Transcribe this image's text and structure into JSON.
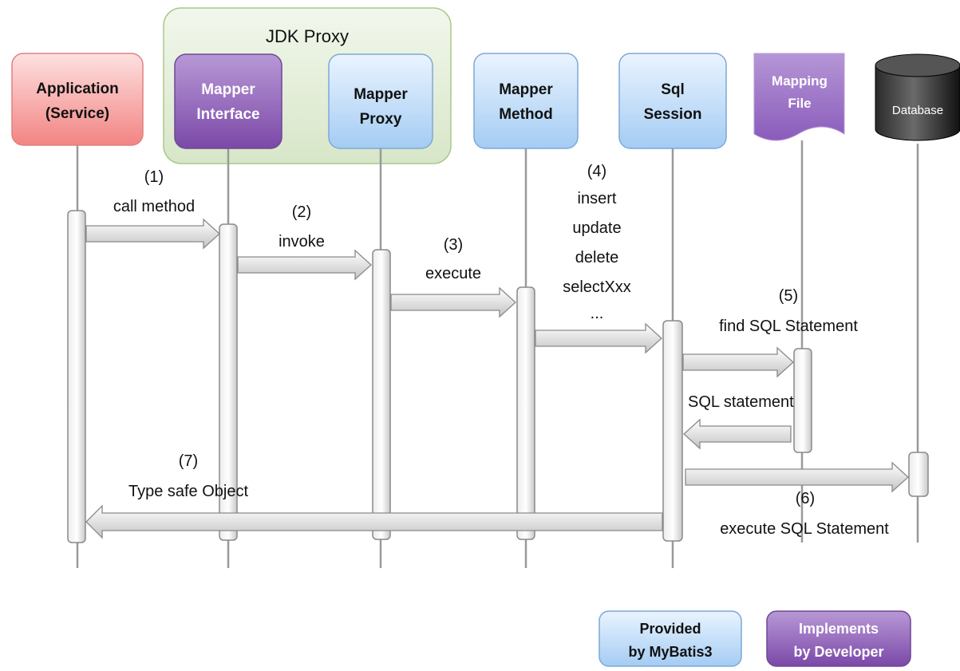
{
  "group": {
    "label": "JDK Proxy"
  },
  "participants": [
    {
      "id": "application",
      "line1": "Application",
      "line2": "(Service)"
    },
    {
      "id": "mapper-interface",
      "line1": "Mapper",
      "line2": "Interface"
    },
    {
      "id": "mapper-proxy",
      "line1": "Mapper",
      "line2": "Proxy"
    },
    {
      "id": "mapper-method",
      "line1": "Mapper",
      "line2": "Method"
    },
    {
      "id": "sql-session",
      "line1": "Sql",
      "line2": "Session"
    },
    {
      "id": "mapping-file",
      "line1": "Mapping",
      "line2": "File"
    },
    {
      "id": "database",
      "line1": "Database"
    }
  ],
  "messages": {
    "m1": {
      "num": "(1)",
      "text": "call method"
    },
    "m2": {
      "num": "(2)",
      "text": "invoke"
    },
    "m3": {
      "num": "(3)",
      "text": "execute"
    },
    "m4": {
      "num": "(4)",
      "lines": [
        "insert",
        "update",
        "delete",
        "selectXxx",
        "..."
      ]
    },
    "m5": {
      "num": "(5)",
      "text": "find SQL Statement"
    },
    "m5r": {
      "text": "SQL statement"
    },
    "m6": {
      "num": "(6)",
      "text": "execute SQL Statement"
    },
    "m7": {
      "num": "(7)",
      "text": "Type safe Object"
    }
  },
  "legend": {
    "provided": {
      "line1": "Provided",
      "line2": "by MyBatis3"
    },
    "implements": {
      "line1": "Implements",
      "line2": "by Developer"
    }
  },
  "colors": {
    "application": "#f4817f",
    "developer": "#8e5cba",
    "mybatis": "#9ecbf5",
    "proxy_group": "#dde8d2"
  }
}
